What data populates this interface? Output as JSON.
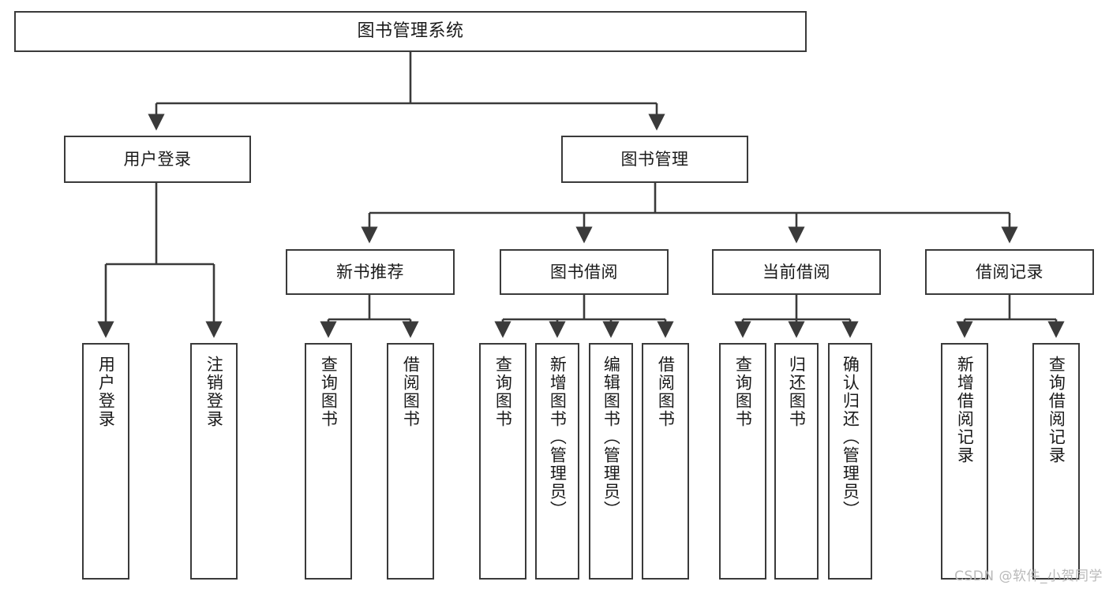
{
  "diagram": {
    "title": "图书管理系统",
    "type": "tree-hierarchy-chart",
    "colors": {
      "box_border": "#3a3a3a",
      "box_fill": "#ffffff",
      "connector": "#3a3a3a",
      "text": "#1a1a1a",
      "watermark": "#b9b9b9",
      "background": "#ffffff"
    },
    "nodes": {
      "root": {
        "label": "图书管理系统"
      },
      "level2": [
        {
          "id": "user-login",
          "label": "用户登录"
        },
        {
          "id": "book-management",
          "label": "图书管理"
        }
      ],
      "level3": [
        {
          "id": "new-book-recommend",
          "label": "新书推荐"
        },
        {
          "id": "book-borrow",
          "label": "图书借阅"
        },
        {
          "id": "current-borrow",
          "label": "当前借阅"
        },
        {
          "id": "borrow-record",
          "label": "借阅记录"
        }
      ],
      "leaves": {
        "user_login": [
          {
            "id": "leaf-user-login",
            "label": "用户登录"
          },
          {
            "id": "leaf-logout-login",
            "label": "注销登录"
          }
        ],
        "new_book_recommend": [
          {
            "id": "leaf-query-book-1",
            "label": "查询图书"
          },
          {
            "id": "leaf-borrow-book-1",
            "label": "借阅图书"
          }
        ],
        "book_borrow": [
          {
            "id": "leaf-query-book-2",
            "label": "查询图书"
          },
          {
            "id": "leaf-add-book",
            "label": "新增图书（管理员）"
          },
          {
            "id": "leaf-edit-book",
            "label": "编辑图书（管理员）"
          },
          {
            "id": "leaf-borrow-book-2",
            "label": "借阅图书"
          }
        ],
        "current_borrow": [
          {
            "id": "leaf-query-book-3",
            "label": "查询图书"
          },
          {
            "id": "leaf-return-book",
            "label": "归还图书"
          },
          {
            "id": "leaf-confirm-return",
            "label": "确认归还（管理员）"
          }
        ],
        "borrow_record": [
          {
            "id": "leaf-add-record",
            "label": "新增借阅记录"
          },
          {
            "id": "leaf-query-record",
            "label": "查询借阅记录"
          }
        ]
      }
    }
  },
  "watermark": {
    "text": "CSDN @软件_小贺同学"
  }
}
